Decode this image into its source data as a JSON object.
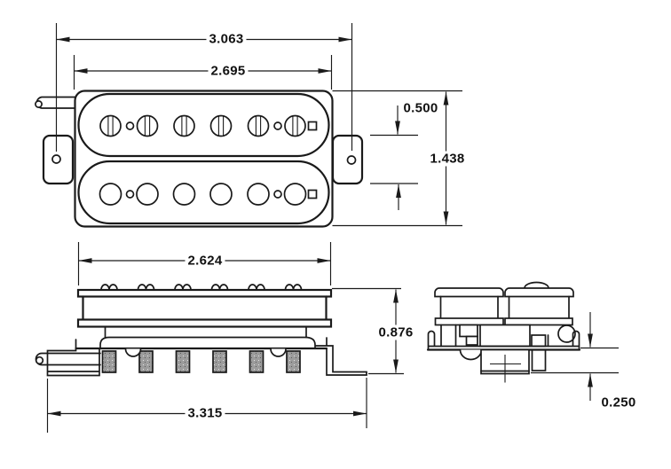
{
  "dims": {
    "overall_mount_width": "3.063",
    "body_width": "2.695",
    "ear_height": "0.500",
    "body_height": "1.438",
    "flange_width": "2.624",
    "side_height": "0.876",
    "leg_span": "3.315",
    "screw_protrusion": "0.250"
  },
  "colors": {
    "line": "#1a1a1a",
    "screw_fill": "#9c9c9c",
    "background": "#ffffff"
  }
}
